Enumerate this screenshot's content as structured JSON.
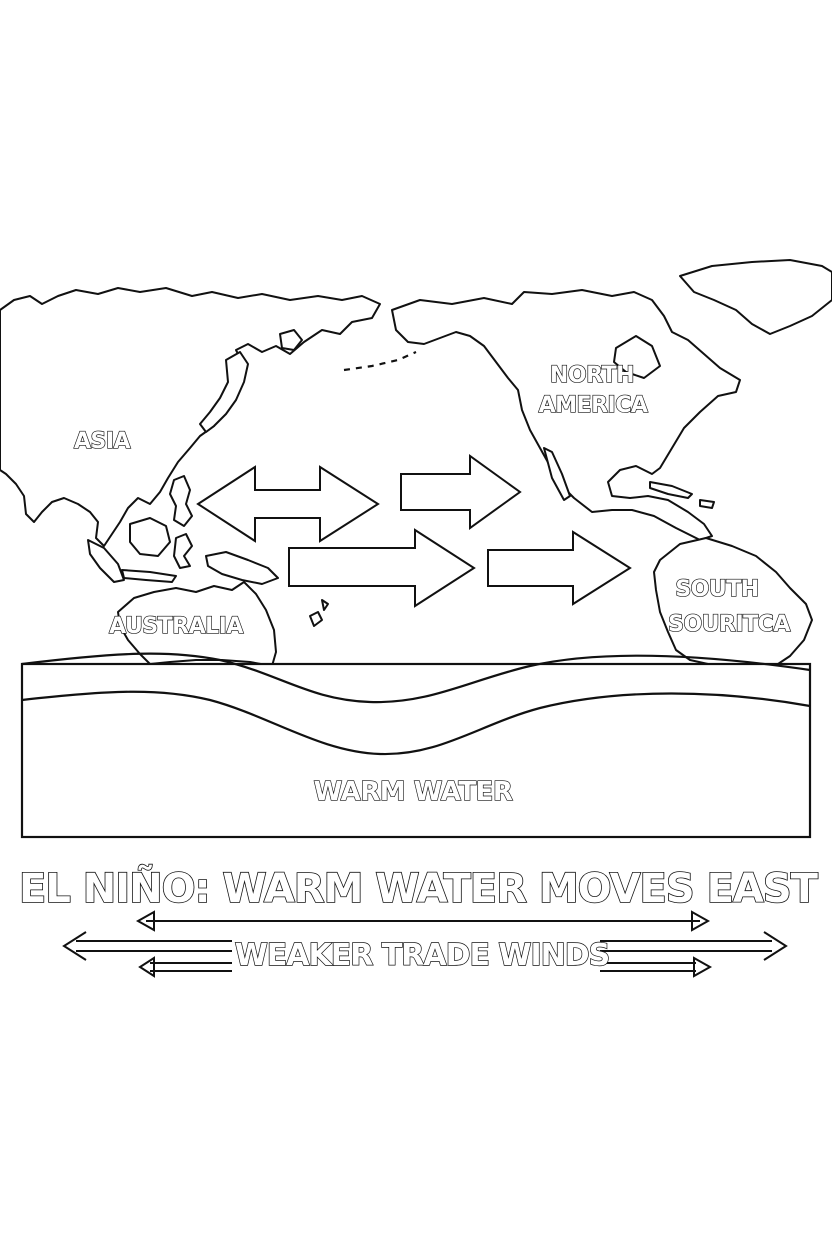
{
  "labels": {
    "asia": "ASIA",
    "australia": "AUSTRALIA",
    "north_america_line1": "NORTH",
    "north_america_line2": "AMERICA",
    "south_america_line1": "SOUTH",
    "south_america_line2": "SOURITCA",
    "warm_water": "WARM WATER"
  },
  "title": "EL NIÑO: WARM WATER MOVES EAST",
  "legend": {
    "trade_winds": "WEAKER TRADE WINDS"
  },
  "colors": {
    "ink": "#111111",
    "background": "#ffffff"
  }
}
